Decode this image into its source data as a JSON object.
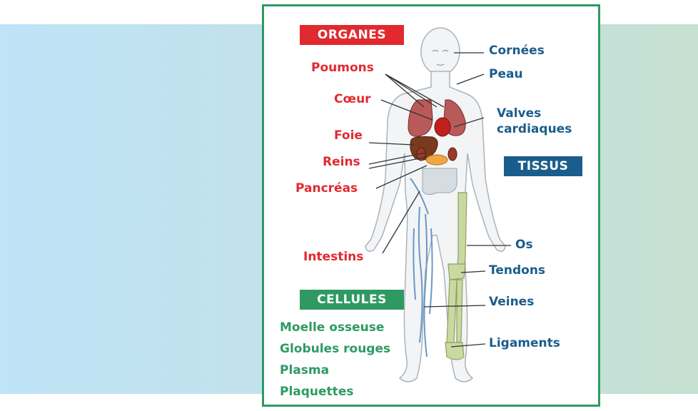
{
  "organs": {
    "heading": "ORGANES",
    "items": {
      "lungs": "Poumons",
      "heart": "Cœur",
      "liver": "Foie",
      "kidneys": "Reins",
      "pancreas": "Pancréas",
      "intestines": "Intestins"
    }
  },
  "tissues": {
    "heading": "TISSUS",
    "items": {
      "corneas": "Cornées",
      "skin": "Peau",
      "valves_line1": "Valves",
      "valves_line2": "cardiaques",
      "bones": "Os",
      "tendons": "Tendons",
      "veins": "Veines",
      "ligaments": "Ligaments"
    }
  },
  "cells": {
    "heading": "CELLULES",
    "items": [
      "Moelle osseuse",
      "Globules rouges",
      "Plasma",
      "Plaquettes"
    ]
  },
  "colors": {
    "organs": "#e02a2f",
    "tissues": "#1a5d8c",
    "cells": "#2e9a62",
    "frame": "#2e9a62"
  }
}
